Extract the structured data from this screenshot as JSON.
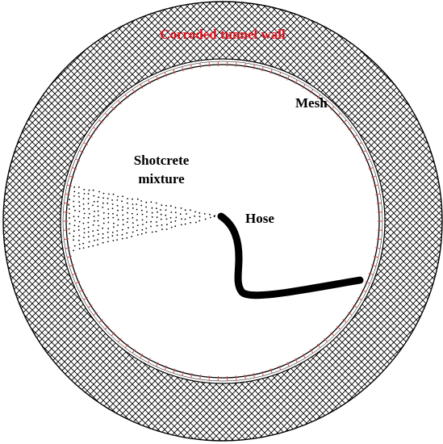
{
  "labels": {
    "wall": "Corroded tunnel wall",
    "mesh": "Mesh",
    "shotcrete_line1": "Shotcrete",
    "shotcrete_line2": "mixture",
    "hose": "Hose"
  },
  "colors": {
    "wall_label": "#e8121e",
    "mesh_line": "#d94a4a",
    "outline": "#000000",
    "text": "#000000"
  }
}
